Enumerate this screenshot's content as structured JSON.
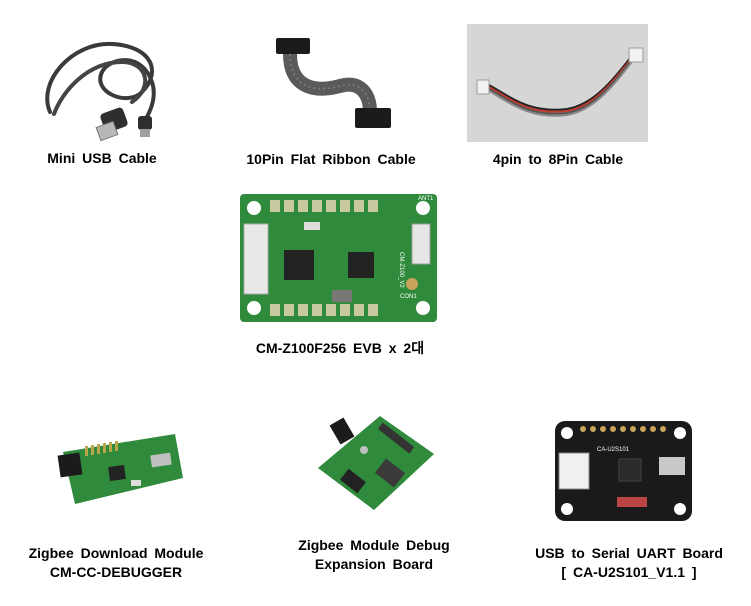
{
  "items": [
    {
      "id": "mini-usb-cable",
      "lines": [
        "Mini USB Cable"
      ]
    },
    {
      "id": "flat-ribbon-cable",
      "lines": [
        "10Pin Flat Ribbon Cable"
      ]
    },
    {
      "id": "pin-cable",
      "lines": [
        "4pin to 8Pin Cable"
      ]
    },
    {
      "id": "evb",
      "lines": [
        "CM-Z100F256 EVB x 2대"
      ]
    },
    {
      "id": "download-module",
      "lines": [
        "Zigbee Download Module",
        "CM-CC-DEBUGGER"
      ]
    },
    {
      "id": "expansion-board",
      "lines": [
        "Zigbee Module Debug",
        "Expansion Board"
      ]
    },
    {
      "id": "uart-board",
      "lines": [
        "USB to Serial UART Board",
        "[ CA-U2S101_V1.1 ]"
      ]
    }
  ],
  "board_marks": {
    "evb_tag": "ANT1",
    "evb_side": "CM-Z100_V2",
    "evb_con": "CON1",
    "uart_label": "CA-U2S101"
  },
  "colors": {
    "pcb_green": "#2f8a3c",
    "pcb_dark": "#1f6a2c",
    "uart_black": "#1a1a1a",
    "cable_gray": "#3a3a3a",
    "ribbon_gray": "#555555",
    "photo_bg": "#d8d8d8"
  }
}
